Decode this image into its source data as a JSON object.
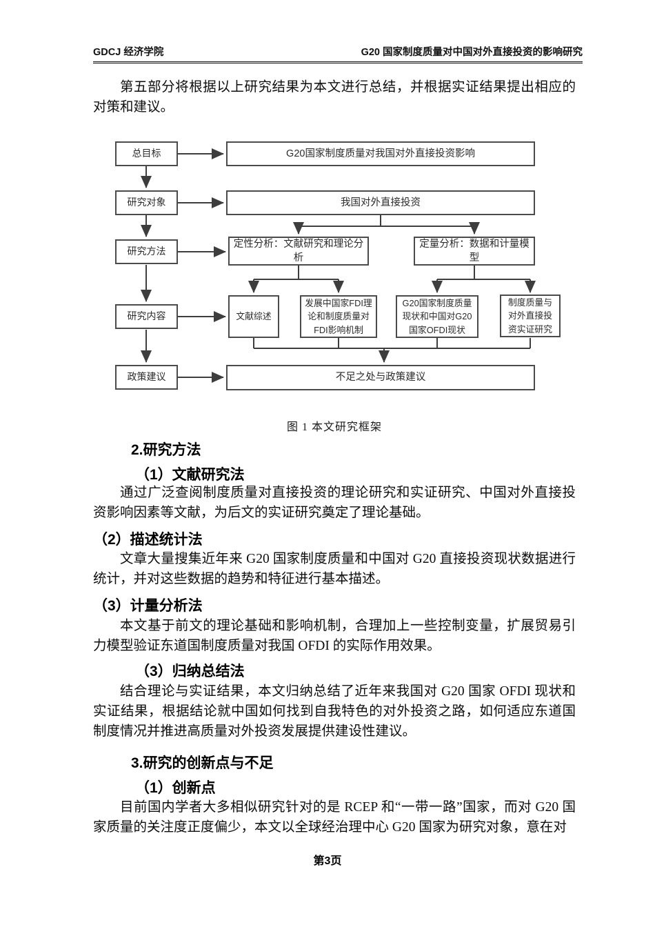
{
  "header": {
    "school": "GDCJ 经济学院",
    "title": "G20 国家制度质量对中国对外直接投资的影响研究"
  },
  "intro": {
    "paragraph": "第五部分将根据以上研究结果为本文进行总结，并根据实证结果提出相应的对策和建议。"
  },
  "flowchart": {
    "caption": "图 1 本文研究框架",
    "stages": {
      "goal": "总目标",
      "object": "研究对象",
      "method": "研究方法",
      "content": "研究内容",
      "policy": "政策建议"
    },
    "nodes": {
      "main_goal": "G20国家制度质量对我国对外直接投资影响",
      "research_object": "我国对外直接投资",
      "qualitative": "定性分析：文献研究和理论分析",
      "quantitative": "定量分析：数据和计量模型",
      "literature_review": "文献综述",
      "fdi_mechanism": "发展中国家FDI理论和制度质量对FDI影响机制",
      "g20_status": "G20国家制度质量现状和中国对G20国家OFDI现状",
      "empirical_study": "制度质量与对外直接投资实证研究",
      "conclusion": "不足之处与政策建议"
    }
  },
  "sections": {
    "method_heading": "2.研究方法",
    "m1_heading": "（1）文献研究法",
    "m1_text": "通过广泛查阅制度质量对直接投资的理论研究和实证研究、中国对外直接投资影响因素等文献，为后文的实证研究奠定了理论基础。",
    "m2_heading": "（2）描述统计法",
    "m2_text": "文章大量搜集近年来 G20 国家制度质量和中国对 G20 直接投资现状数据进行统计，并对这些数据的趋势和特征进行基本描述。",
    "m3_heading": "（3）计量分析法",
    "m3_text": "本文基于前文的理论基础和影响机制，合理加上一些控制变量，扩展贸易引力模型验证东道国制度质量对我国 OFDI 的实际作用效果。",
    "m4_heading": "（3）归纳总结法",
    "m4_text": "结合理论与实证结果，本文归纳总结了近年来我国对 G20 国家 OFDI 现状和实证结果，根据结论就中国如何找到自我特色的对外投资之路，如何适应东道国制度情况并推进高质量对外投资发展提供建设性建议。",
    "innovation_heading": "3.研究的创新点与不足",
    "i1_heading": "（1）创新点",
    "i1_text": "目前国内学者大多相似研究针对的是 RCEP 和“一带一路”国家，而对 G20 国家质量的关注度正度偏少，本文以全球经治理中心 G20 国家为研究对象，意在对"
  },
  "footer": {
    "page_label": "第3页"
  }
}
